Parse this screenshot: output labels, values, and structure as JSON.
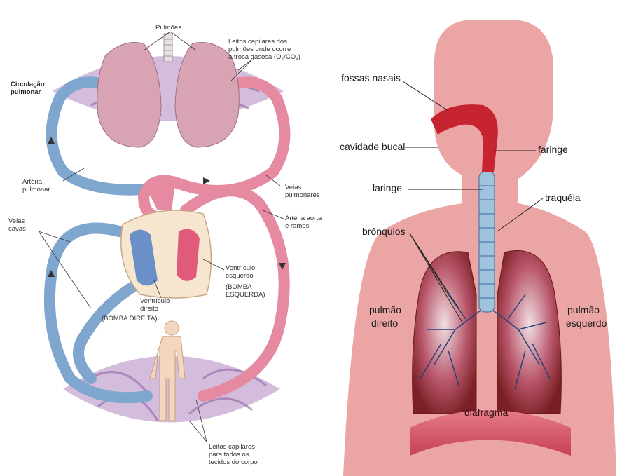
{
  "left_diagram": {
    "title": [
      "Circulação",
      "pulmonar"
    ],
    "lungs": "Pulmões",
    "lung_capillaries": [
      "Leitos capilares dos",
      "pulmões onde ocorre",
      "a troca gasosa (O₂/CO₂)"
    ],
    "pulmonary_artery": [
      "Artéria",
      "pulmonar"
    ],
    "pulmonary_veins": [
      "Veias",
      "pulmonares"
    ],
    "aorta": [
      "Artéria aorta",
      "e ramos"
    ],
    "vena_cava": [
      "Veias",
      "cavas"
    ],
    "left_ventricle": [
      "Ventrículo",
      "esquerdo",
      "(BOMBA",
      "ESQUERDA)"
    ],
    "right_ventricle": [
      "Ventrículo",
      "direito",
      "(BOMBA DIREITA)"
    ],
    "body_capillaries": [
      "Leitos capilares",
      "para todos os",
      "tecidos do corpo"
    ]
  },
  "right_diagram": {
    "nasal": "fossas nasais",
    "oral": "cavidade bucal",
    "pharynx": "faringe",
    "larynx": "laringe",
    "trachea": "traquéia",
    "bronchi": "brônquios",
    "right_lung": [
      "pulmão",
      "direito"
    ],
    "left_lung": [
      "pulmão",
      "esquerdo"
    ],
    "diaphragm": "diafragma"
  },
  "colors": {
    "vein_blue": "#7fa6cf",
    "artery_pink": "#e68aa1",
    "lung_pink": "#d8a3b3",
    "body_silhouette": "#eba5a5",
    "lung_dark": "#8a2a28",
    "trachea_blue": "#9fc3dc"
  }
}
